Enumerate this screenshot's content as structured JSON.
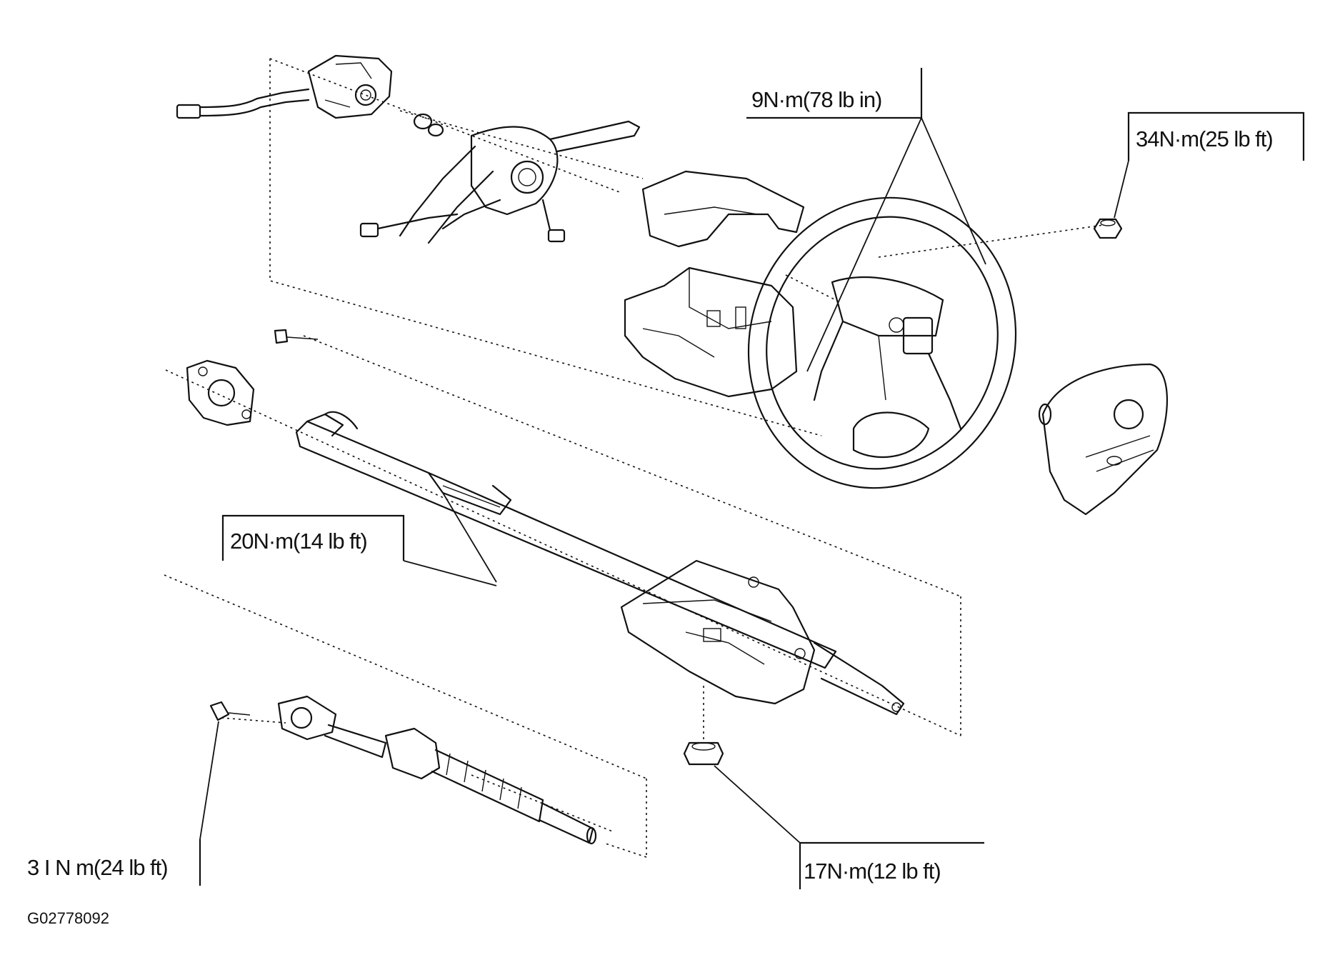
{
  "figure_code": "G02778092",
  "torque_specs": {
    "wheel_bolts": "9N·m(78 lb in)",
    "wheel_nut": "34N·m(25  lb ft)",
    "column_bracket": "20N·m(14 lb ft)",
    "shaft_bolt": "3 I N m(24 lb ft)",
    "column_nut": "17N·m(12 lb ft)"
  },
  "colors": {
    "line": "#111111",
    "background": "#ffffff"
  }
}
